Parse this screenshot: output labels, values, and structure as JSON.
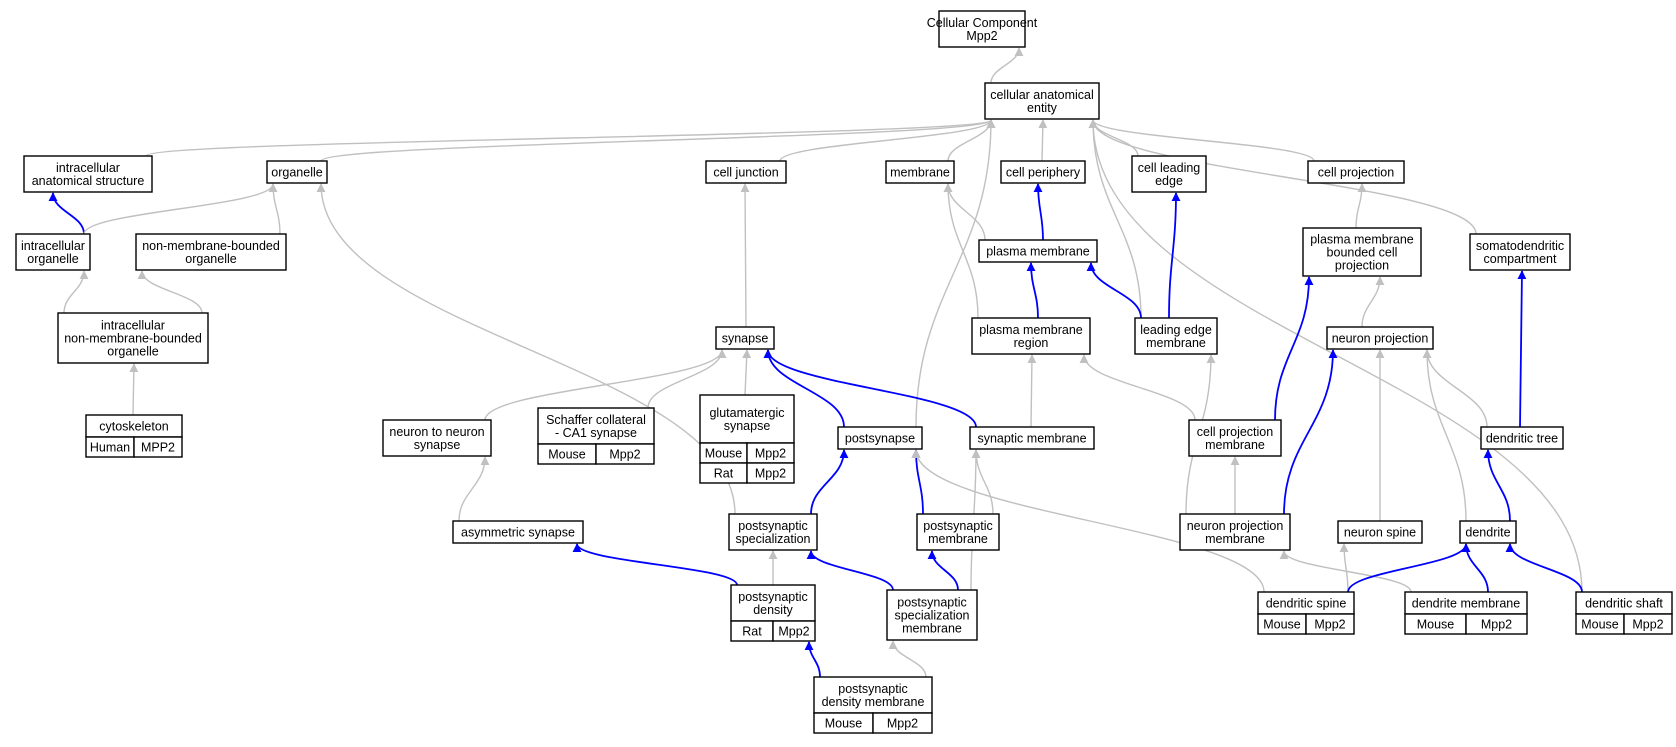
{
  "title": "",
  "colors": {
    "gray_edge": "#c0c0c0",
    "blue_edge": "#0000ff",
    "human_species": "#ff6347",
    "mouse_species": "#add8e6",
    "rat_species": "#ffd700",
    "node_border": "#000000",
    "node_fill": "#ffffff"
  },
  "nodes": [
    {
      "id": "root",
      "lines": [
        "Cellular Component",
        "Mpp2"
      ]
    },
    {
      "id": "cae",
      "lines": [
        "cellular anatomical",
        "entity"
      ]
    },
    {
      "id": "ias",
      "lines": [
        "intracellular",
        "anatomical structure"
      ]
    },
    {
      "id": "organelle",
      "lines": [
        "organelle"
      ]
    },
    {
      "id": "celljunction",
      "lines": [
        "cell junction"
      ]
    },
    {
      "id": "membrane",
      "lines": [
        "membrane"
      ]
    },
    {
      "id": "cellperiphery",
      "lines": [
        "cell periphery"
      ]
    },
    {
      "id": "cellleadingedge",
      "lines": [
        "cell leading",
        "edge"
      ]
    },
    {
      "id": "cellprojection",
      "lines": [
        "cell projection"
      ]
    },
    {
      "id": "intraorg",
      "lines": [
        "intracellular",
        "organelle"
      ]
    },
    {
      "id": "nmbo",
      "lines": [
        "non-membrane-bounded",
        "organelle"
      ]
    },
    {
      "id": "plasmamembrane",
      "lines": [
        "plasma membrane"
      ]
    },
    {
      "id": "pmbcp",
      "lines": [
        "plasma membrane",
        "bounded cell",
        "projection"
      ]
    },
    {
      "id": "sdc",
      "lines": [
        "somatodendritic",
        "compartment"
      ]
    },
    {
      "id": "inmbo",
      "lines": [
        "intracellular",
        "non-membrane-bounded",
        "organelle"
      ]
    },
    {
      "id": "synapse",
      "lines": [
        "synapse"
      ]
    },
    {
      "id": "pmregion",
      "lines": [
        "plasma membrane",
        "region"
      ]
    },
    {
      "id": "lem",
      "lines": [
        "leading edge",
        "membrane"
      ]
    },
    {
      "id": "neuronprojection",
      "lines": [
        "neuron projection"
      ]
    },
    {
      "id": "cytoskeleton",
      "lines": [
        "cytoskeleton"
      ],
      "annotations": [
        {
          "species": "Human",
          "gene": "MPP2"
        }
      ]
    },
    {
      "id": "n2n",
      "lines": [
        "neuron to neuron",
        "synapse"
      ]
    },
    {
      "id": "schaffer",
      "lines": [
        "Schaffer collateral",
        "- CA1 synapse"
      ],
      "annotations": [
        {
          "species": "Mouse",
          "gene": "Mpp2"
        }
      ]
    },
    {
      "id": "glutamatergic",
      "lines": [
        "glutamatergic",
        "synapse"
      ],
      "annotations": [
        {
          "species": "Mouse",
          "gene": "Mpp2"
        },
        {
          "species": "Rat",
          "gene": "Mpp2"
        }
      ]
    },
    {
      "id": "postsynapse",
      "lines": [
        "postsynapse"
      ]
    },
    {
      "id": "synmembrane",
      "lines": [
        "synaptic membrane"
      ]
    },
    {
      "id": "cpm",
      "lines": [
        "cell projection",
        "membrane"
      ]
    },
    {
      "id": "dendritictree",
      "lines": [
        "dendritic tree"
      ]
    },
    {
      "id": "asymmetric",
      "lines": [
        "asymmetric synapse"
      ]
    },
    {
      "id": "pss",
      "lines": [
        "postsynaptic",
        "specialization"
      ]
    },
    {
      "id": "psm",
      "lines": [
        "postsynaptic",
        "membrane"
      ]
    },
    {
      "id": "npm",
      "lines": [
        "neuron projection",
        "membrane"
      ]
    },
    {
      "id": "neuronspine",
      "lines": [
        "neuron spine"
      ]
    },
    {
      "id": "dendrite",
      "lines": [
        "dendrite"
      ]
    },
    {
      "id": "psd",
      "lines": [
        "postsynaptic",
        "density"
      ],
      "annotations": [
        {
          "species": "Rat",
          "gene": "Mpp2"
        }
      ]
    },
    {
      "id": "pssm",
      "lines": [
        "postsynaptic",
        "specialization",
        "membrane"
      ]
    },
    {
      "id": "dspine",
      "lines": [
        "dendritic spine"
      ],
      "annotations": [
        {
          "species": "Mouse",
          "gene": "Mpp2"
        }
      ]
    },
    {
      "id": "dmembrane",
      "lines": [
        "dendrite membrane"
      ],
      "annotations": [
        {
          "species": "Mouse",
          "gene": "Mpp2"
        }
      ]
    },
    {
      "id": "dshaft",
      "lines": [
        "dendritic shaft"
      ],
      "annotations": [
        {
          "species": "Mouse",
          "gene": "Mpp2"
        }
      ]
    },
    {
      "id": "psdm",
      "lines": [
        "postsynaptic",
        "density membrane"
      ],
      "annotations": [
        {
          "species": "Mouse",
          "gene": "Mpp2"
        }
      ]
    }
  ],
  "edges": [
    {
      "from": "cae",
      "to": "root",
      "type": "is_a"
    },
    {
      "from": "ias",
      "to": "cae",
      "type": "is_a"
    },
    {
      "from": "organelle",
      "to": "cae",
      "type": "is_a"
    },
    {
      "from": "celljunction",
      "to": "cae",
      "type": "is_a"
    },
    {
      "from": "membrane",
      "to": "cae",
      "type": "is_a"
    },
    {
      "from": "cellperiphery",
      "to": "cae",
      "type": "is_a"
    },
    {
      "from": "cellleadingedge",
      "to": "cae",
      "type": "is_a"
    },
    {
      "from": "cellprojection",
      "to": "cae",
      "type": "is_a"
    },
    {
      "from": "postsynapse",
      "to": "cae",
      "type": "is_a"
    },
    {
      "from": "lem",
      "to": "cae",
      "type": "is_a"
    },
    {
      "from": "sdc",
      "to": "cae",
      "type": "is_a"
    },
    {
      "from": "dshaft",
      "to": "cae",
      "type": "is_a"
    },
    {
      "from": "intraorg",
      "to": "ias",
      "type": "part_of"
    },
    {
      "from": "intraorg",
      "to": "organelle",
      "type": "is_a"
    },
    {
      "from": "nmbo",
      "to": "organelle",
      "type": "is_a"
    },
    {
      "from": "pss",
      "to": "organelle",
      "type": "is_a"
    },
    {
      "from": "inmbo",
      "to": "intraorg",
      "type": "is_a"
    },
    {
      "from": "inmbo",
      "to": "nmbo",
      "type": "is_a"
    },
    {
      "from": "cytoskeleton",
      "to": "inmbo",
      "type": "is_a"
    },
    {
      "from": "synapse",
      "to": "celljunction",
      "type": "is_a"
    },
    {
      "from": "plasmamembrane",
      "to": "membrane",
      "type": "is_a"
    },
    {
      "from": "pmregion",
      "to": "membrane",
      "type": "is_a"
    },
    {
      "from": "plasmamembrane",
      "to": "cellperiphery",
      "type": "part_of"
    },
    {
      "from": "lem",
      "to": "cellleadingedge",
      "type": "part_of"
    },
    {
      "from": "pmregion",
      "to": "plasmamembrane",
      "type": "part_of"
    },
    {
      "from": "lem",
      "to": "plasmamembrane",
      "type": "part_of"
    },
    {
      "from": "pmbcp",
      "to": "cellprojection",
      "type": "is_a"
    },
    {
      "from": "neuronprojection",
      "to": "pmbcp",
      "type": "is_a"
    },
    {
      "from": "cpm",
      "to": "pmbcp",
      "type": "part_of"
    },
    {
      "from": "dendritictree",
      "to": "sdc",
      "type": "part_of"
    },
    {
      "from": "n2n",
      "to": "synapse",
      "type": "is_a"
    },
    {
      "from": "schaffer",
      "to": "synapse",
      "type": "is_a"
    },
    {
      "from": "glutamatergic",
      "to": "synapse",
      "type": "is_a"
    },
    {
      "from": "postsynapse",
      "to": "synapse",
      "type": "part_of"
    },
    {
      "from": "synmembrane",
      "to": "synapse",
      "type": "part_of"
    },
    {
      "from": "synmembrane",
      "to": "pmregion",
      "type": "is_a"
    },
    {
      "from": "cpm",
      "to": "pmregion",
      "type": "is_a"
    },
    {
      "from": "npm",
      "to": "lem",
      "type": "is_a"
    },
    {
      "from": "npm",
      "to": "neuronprojection",
      "type": "part_of"
    },
    {
      "from": "neuronspine",
      "to": "neuronprojection",
      "type": "is_a"
    },
    {
      "from": "dendritictree",
      "to": "neuronprojection",
      "type": "is_a"
    },
    {
      "from": "dendrite",
      "to": "neuronprojection",
      "type": "is_a"
    },
    {
      "from": "asymmetric",
      "to": "n2n",
      "type": "is_a"
    },
    {
      "from": "pss",
      "to": "postsynapse",
      "type": "part_of"
    },
    {
      "from": "psm",
      "to": "postsynapse",
      "type": "part_of"
    },
    {
      "from": "dspine",
      "to": "postsynapse",
      "type": "is_a"
    },
    {
      "from": "psm",
      "to": "synmembrane",
      "type": "is_a"
    },
    {
      "from": "pssm",
      "to": "synmembrane",
      "type": "is_a"
    },
    {
      "from": "npm",
      "to": "cpm",
      "type": "is_a"
    },
    {
      "from": "dendrite",
      "to": "dendritictree",
      "type": "part_of"
    },
    {
      "from": "psd",
      "to": "asymmetric",
      "type": "part_of"
    },
    {
      "from": "psd",
      "to": "pss",
      "type": "is_a"
    },
    {
      "from": "pssm",
      "to": "pss",
      "type": "part_of"
    },
    {
      "from": "pssm",
      "to": "psm",
      "type": "part_of"
    },
    {
      "from": "dmembrane",
      "to": "npm",
      "type": "is_a"
    },
    {
      "from": "dspine",
      "to": "neuronspine",
      "type": "is_a"
    },
    {
      "from": "dspine",
      "to": "dendrite",
      "type": "part_of"
    },
    {
      "from": "dmembrane",
      "to": "dendrite",
      "type": "part_of"
    },
    {
      "from": "dshaft",
      "to": "dendrite",
      "type": "part_of"
    },
    {
      "from": "psdm",
      "to": "psd",
      "type": "part_of"
    },
    {
      "from": "psdm",
      "to": "pssm",
      "type": "is_a"
    }
  ]
}
